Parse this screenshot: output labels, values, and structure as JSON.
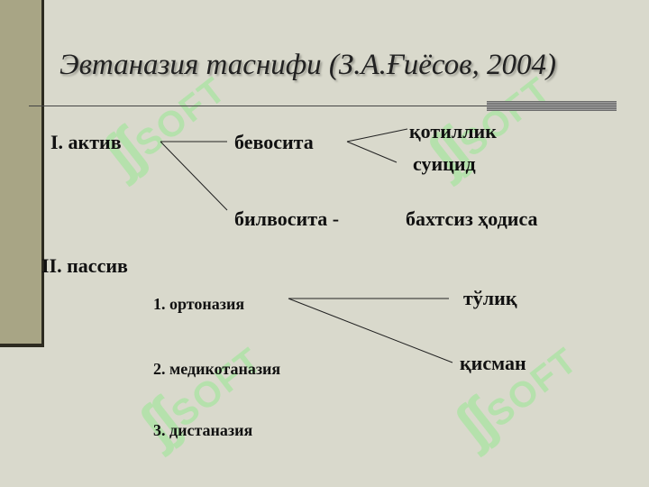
{
  "title": "Эвтаназия таснифи (З.А.Ғиёсов, 2004)",
  "watermark": {
    "glyph": "ʃʃ",
    "text": "SOFT"
  },
  "colors": {
    "background": "#d9d9cc",
    "sidebar": "#a8a585",
    "sidebar_edge": "#2d2b20",
    "watermark": "#a9e4a2",
    "text": "#111111"
  },
  "nodes": {
    "active": "I. актив",
    "indirect_lbl": "бевосита",
    "murder": "қотиллик",
    "suicide": "суицид",
    "direct_lbl": "билвосита  -",
    "accident": "бахтсиз ҳодиса",
    "passive": "II. пассив",
    "orthothanasia": "1. ортоназия",
    "full": "тўлиқ",
    "partial": "қисман",
    "medicothanasia": "2. медикотаназия",
    "dysthanasia": "3. дистаназия"
  }
}
